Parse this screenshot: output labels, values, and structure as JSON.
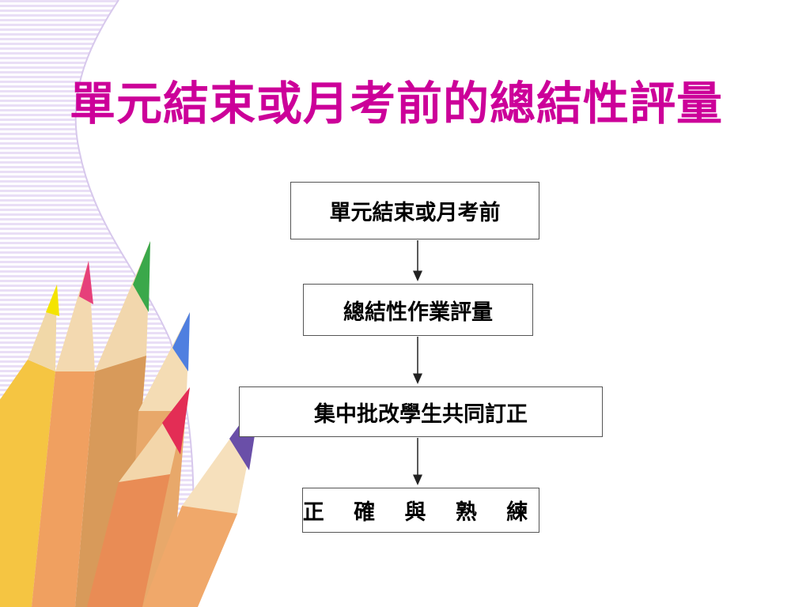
{
  "title": "單元結束或月考前的總結性評量",
  "flowchart": {
    "steps": [
      "單元結束或月考前",
      "總結性作業評量",
      "集中批改學生共同訂正",
      "正 確 與 熟 練"
    ]
  },
  "colors": {
    "title": "#cc0099",
    "stripe": "#ebe0f7",
    "box_border": "#555555"
  }
}
